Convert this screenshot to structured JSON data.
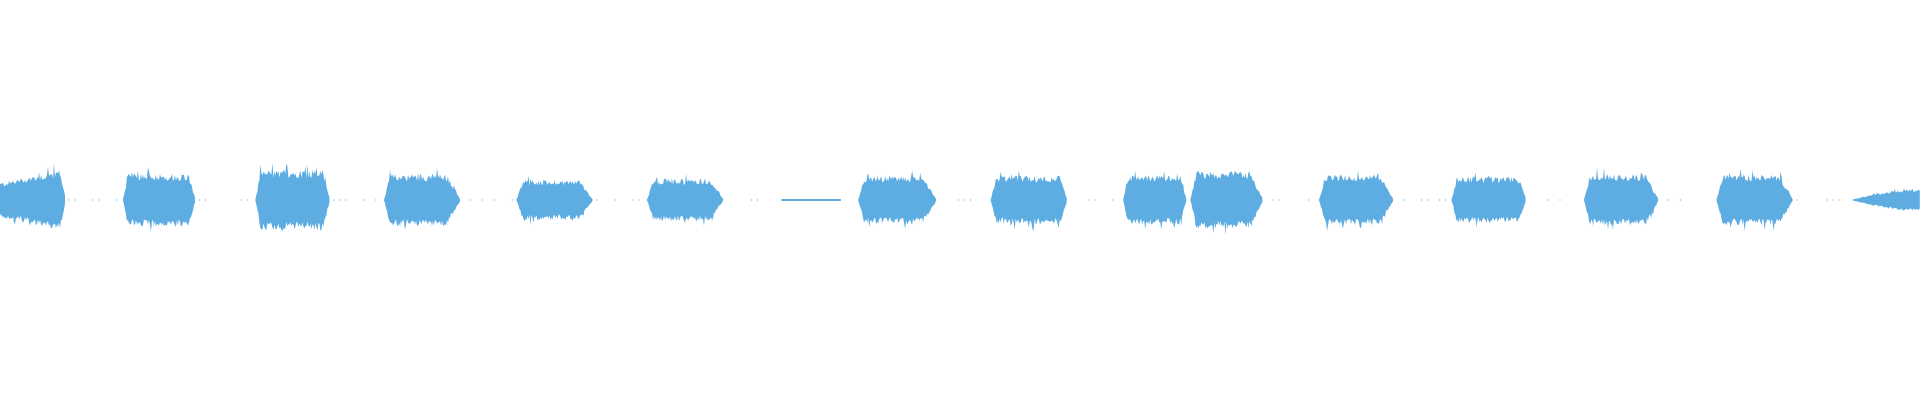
{
  "waveform": {
    "color": "#5dade2",
    "segments": [
      {
        "start": 0.0,
        "end": 0.034,
        "level": 0.55,
        "shape": "ramp-up"
      },
      {
        "start": 0.064,
        "end": 0.102,
        "level": 0.46,
        "shape": "burst"
      },
      {
        "start": 0.133,
        "end": 0.172,
        "level": 0.52,
        "shape": "burst"
      },
      {
        "start": 0.2,
        "end": 0.24,
        "level": 0.45,
        "shape": "burst-decay"
      },
      {
        "start": 0.269,
        "end": 0.309,
        "level": 0.35,
        "shape": "burst-decay"
      },
      {
        "start": 0.337,
        "end": 0.377,
        "level": 0.37,
        "shape": "burst-decay"
      },
      {
        "start": 0.407,
        "end": 0.438,
        "level": 0.02,
        "shape": "flat"
      },
      {
        "start": 0.447,
        "end": 0.488,
        "level": 0.42,
        "shape": "burst-decay"
      },
      {
        "start": 0.516,
        "end": 0.556,
        "level": 0.42,
        "shape": "burst"
      },
      {
        "start": 0.585,
        "end": 0.618,
        "level": 0.43,
        "shape": "burst"
      },
      {
        "start": 0.62,
        "end": 0.658,
        "level": 0.5,
        "shape": "burst-decay"
      },
      {
        "start": 0.687,
        "end": 0.726,
        "level": 0.44,
        "shape": "burst-decay"
      },
      {
        "start": 0.756,
        "end": 0.795,
        "level": 0.4,
        "shape": "burst"
      },
      {
        "start": 0.825,
        "end": 0.864,
        "level": 0.45,
        "shape": "burst-decay"
      },
      {
        "start": 0.894,
        "end": 0.934,
        "level": 0.44,
        "shape": "burst-decay"
      },
      {
        "start": 0.965,
        "end": 1.0,
        "level": 0.2,
        "shape": "ramp-up"
      }
    ]
  }
}
